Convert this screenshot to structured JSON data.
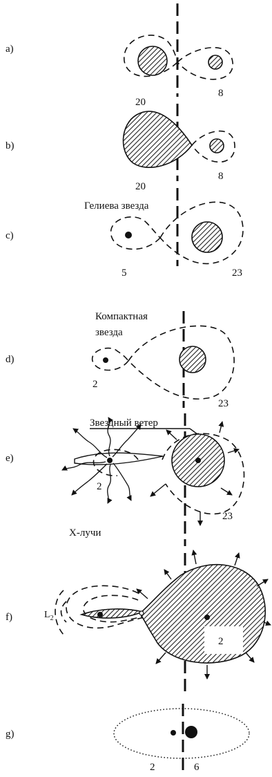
{
  "panels": [
    {
      "letter": "a)",
      "label_left": "20",
      "label_right": "8"
    },
    {
      "letter": "b)",
      "label_left": "20",
      "label_right": "8"
    },
    {
      "letter": "c)",
      "caption": "Гелиева звезда",
      "label_left": "5",
      "label_right": "23"
    },
    {
      "letter": "d)",
      "caption_line1": "Компактная",
      "caption_line2": "звезда",
      "label_left": "2",
      "label_right": "23"
    },
    {
      "letter": "e)",
      "caption_top": "Звездный ветер",
      "caption_bottom": "X-лучи",
      "label_left": "2",
      "label_right": "23"
    },
    {
      "letter": "f)",
      "label_lagrange": "L",
      "label_lagrange_sub": "2",
      "label_box": "2"
    },
    {
      "letter": "g)",
      "label_left": "2",
      "label_right": "6"
    }
  ]
}
